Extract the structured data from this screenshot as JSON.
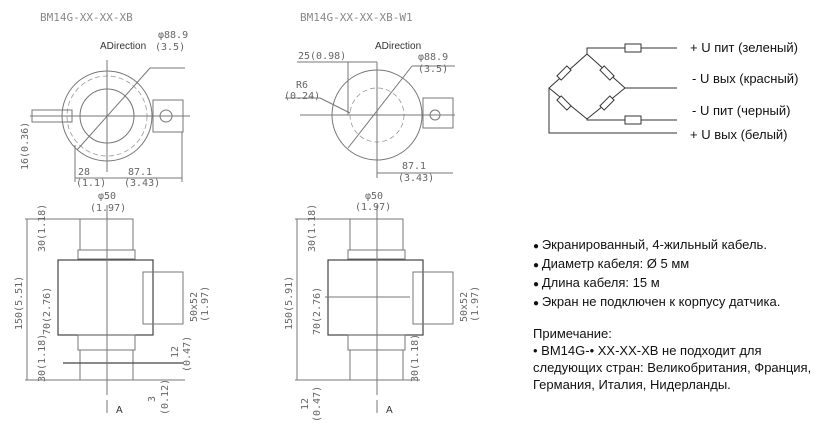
{
  "left_drawing": {
    "title": "BM14G-XX-XX-XB",
    "direction": "ADirection",
    "dia_outer": "φ88.9",
    "dia_outer_in": "(3.5)",
    "dim_16": "16(0.36)",
    "dim_28": "28",
    "dim_28_in": "(1.1)",
    "dim_87": "87.1",
    "dim_87_in": "(3.43)",
    "dia_50": "φ50",
    "dia_50_in": "(1.97)",
    "height": "150(5.51)",
    "dim_30_top": "30(1.18)",
    "dim_70": "70(2.76)",
    "dim_30_bot": "30(1.18)",
    "box": "50x52",
    "box_in": "(1.97)",
    "dim_12": "12",
    "dim_12_in": "(0.47)",
    "dim_3": "3",
    "dim_3_in": "(0.12)",
    "arrow_label": "A"
  },
  "right_drawing": {
    "title": "BM14G-XX-XX-XB-W1",
    "direction": "ADirection",
    "dim_25": "25(0.98)",
    "r6": "R6",
    "r6_in": "(0.24)",
    "dia_outer": "φ88.9",
    "dia_outer_in": "(3.5)",
    "dim_87": "87.1",
    "dim_87_in": "(3.43)",
    "dia_50": "φ50",
    "dia_50_in": "(1.97)",
    "height": "150(5.91)",
    "dim_30_top": "30(1.18)",
    "dim_70": "70(2.76)",
    "dim_30_bot": "30(1.18)",
    "box": "50x52",
    "box_in": "(1.97)",
    "dim_12": "12",
    "dim_12_in": "(0.47)",
    "arrow_label": "A"
  },
  "wiring": [
    "+ U пит (зеленый)",
    "- U вых (красный)",
    "- U пит (черный)",
    "+ U вых (белый)"
  ],
  "specs": [
    "Экранированный, 4-жильный кабель.",
    "Диаметр кабеля: Ø 5 мм",
    "Длина кабеля: 15 м",
    "Экран не подключен к корпусу датчика."
  ],
  "note": {
    "title": "Примечание:",
    "text": "• BM14G-• XX-XX-XB не подходит для следующих стран: Великобритания, Франция, Германия, Италия, Нидерланды."
  }
}
